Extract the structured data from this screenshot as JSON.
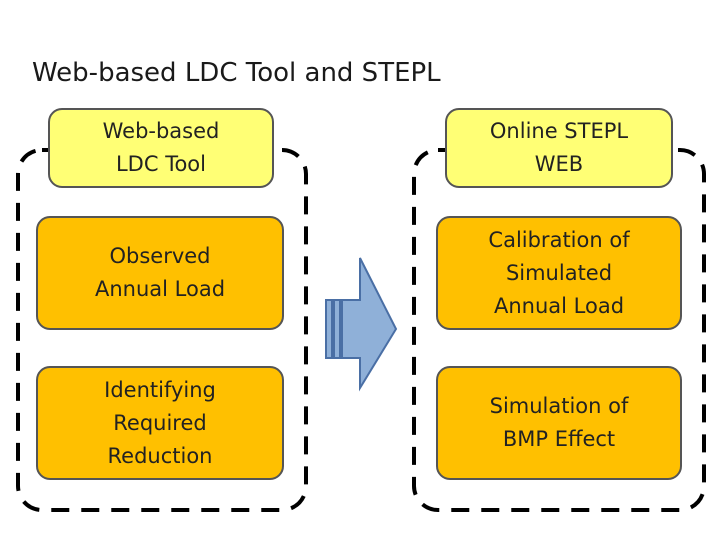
{
  "title": "Web-based LDC Tool and STEPL",
  "left_group": {
    "header": "Web-based\nLDC Tool",
    "steps": [
      "Observed\nAnnual Load",
      "Identifying\nRequired\nReduction"
    ]
  },
  "right_group": {
    "header": "Online STEPL\nWEB",
    "steps": [
      "Calibration of\nSimulated\nAnnual Load",
      "Simulation of\nBMP Effect"
    ]
  },
  "colors": {
    "header_fill": "#ffff75",
    "step_fill": "#ffc000",
    "arrow_fill": "#8fb0d8",
    "arrow_stroke": "#4a6fa5"
  }
}
